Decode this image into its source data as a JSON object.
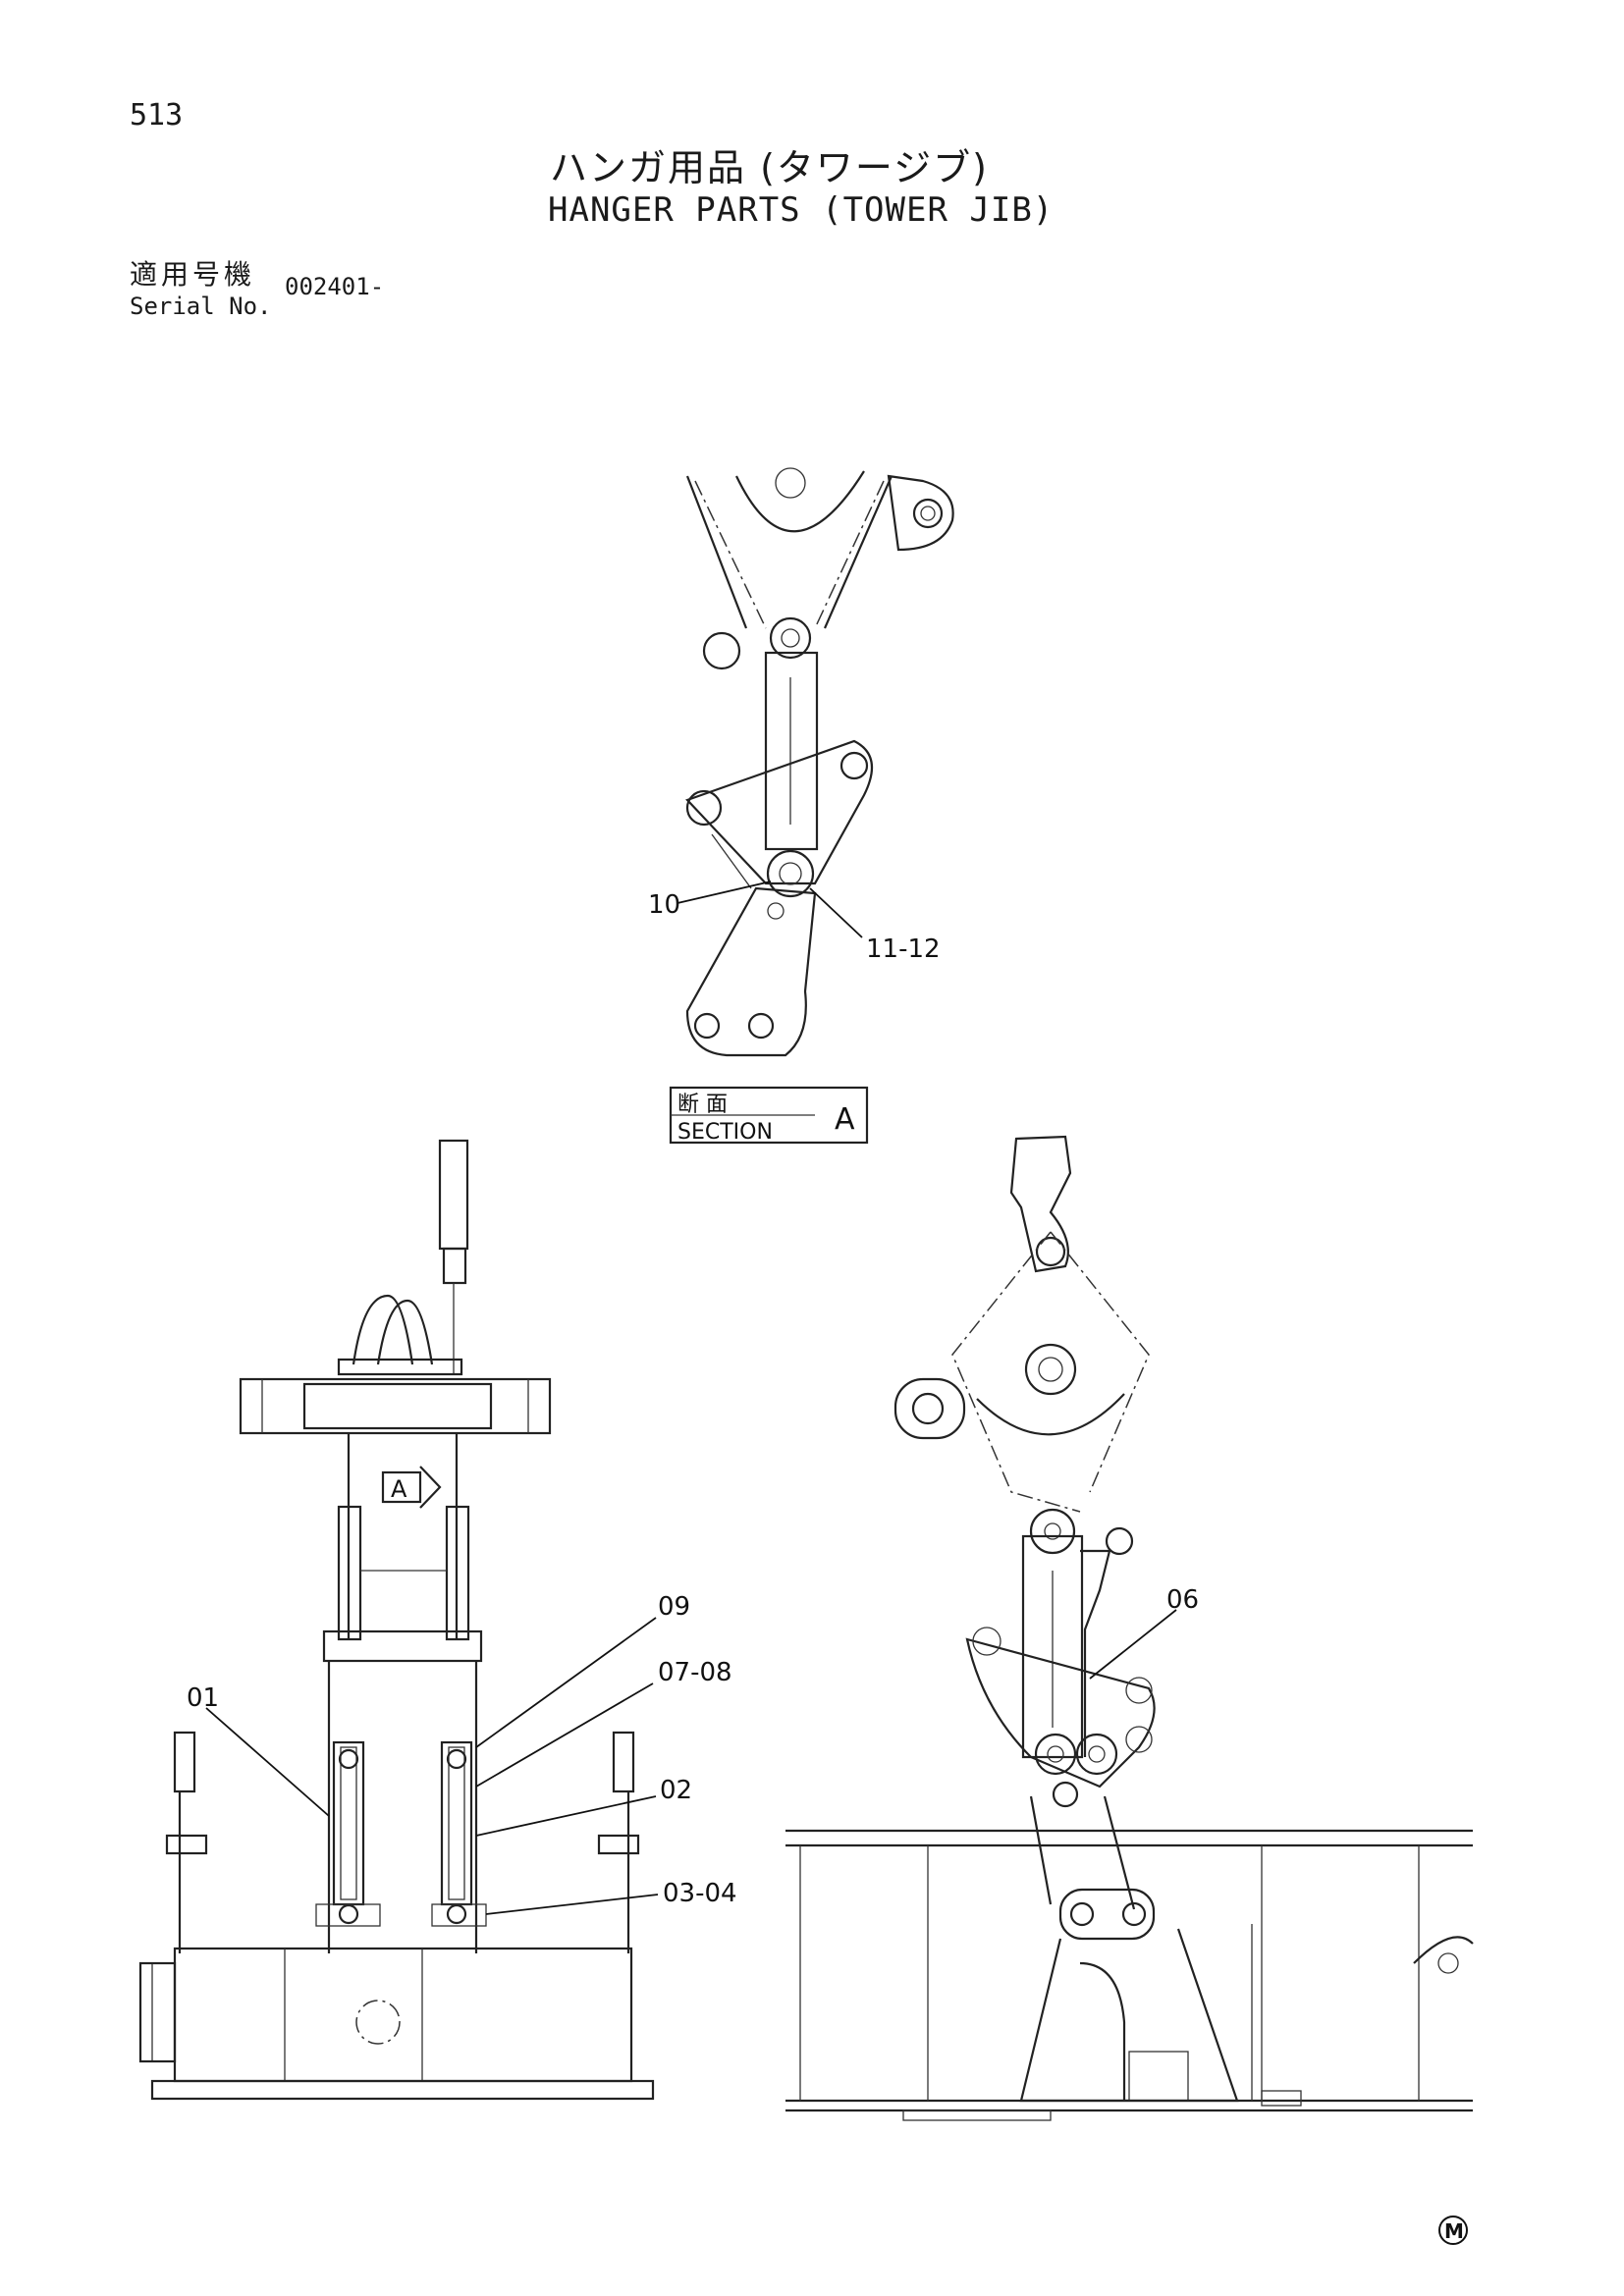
{
  "header": {
    "page_number": "513",
    "title_jp": "ハンガ用品 (タワージブ)",
    "title_en": "HANGER PARTS (TOWER JIB)",
    "serial_label_jp": "適用号機",
    "serial_label_en": "Serial No.",
    "serial_value": "002401-"
  },
  "section_label": {
    "jp": "断 面",
    "en": "SECTION",
    "letter": "A"
  },
  "view_arrow_label": "A",
  "callouts": {
    "c10": "10",
    "c11_12": "11-12",
    "c09": "09",
    "c07_08": "07-08",
    "c01": "01",
    "c02": "02",
    "c03_04": "03-04",
    "c06": "06"
  },
  "footer_mark": "M"
}
